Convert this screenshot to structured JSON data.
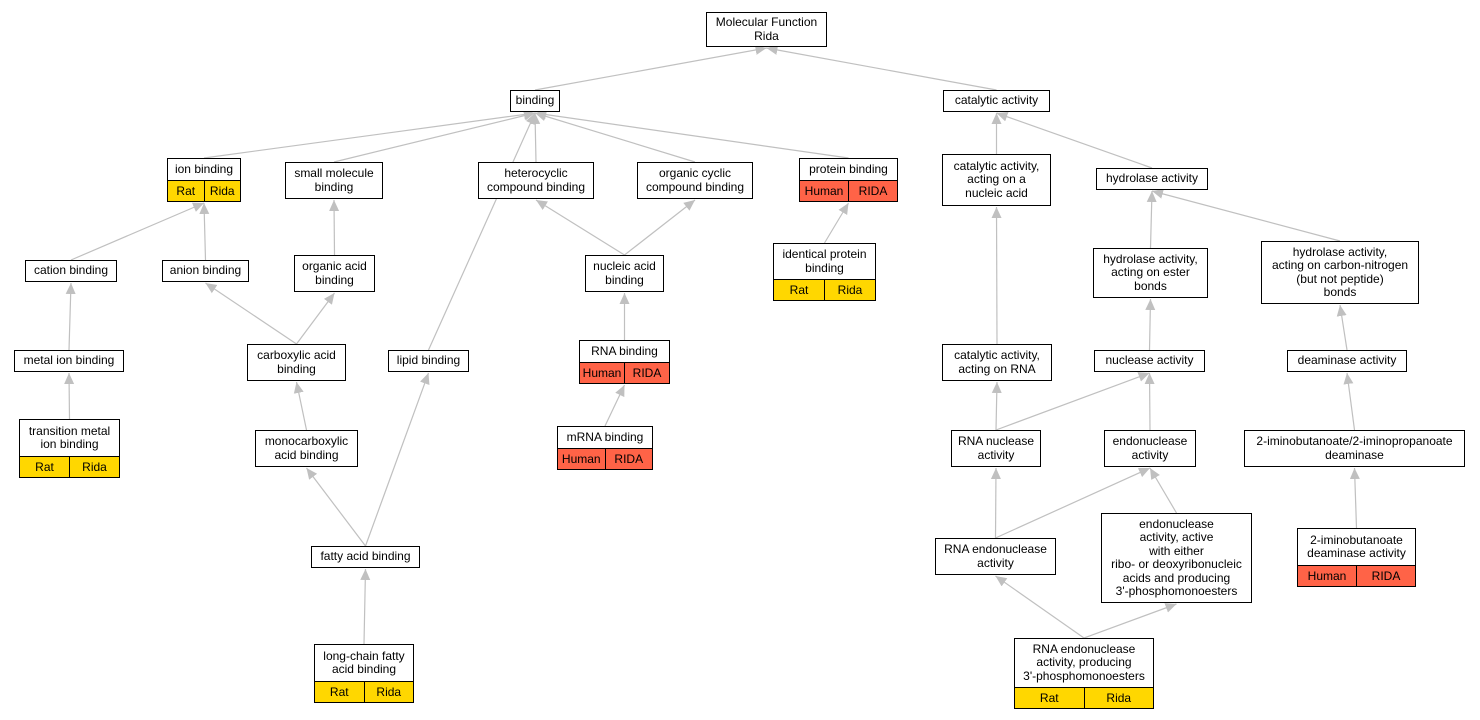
{
  "colors": {
    "rat": "#FFD700",
    "human": "#FF6347",
    "edge": "#C0C0C0"
  },
  "nodes": [
    {
      "id": "mf",
      "label": "Molecular Function\nRida"
    },
    {
      "id": "binding",
      "label": "binding"
    },
    {
      "id": "catalytic",
      "label": "catalytic activity"
    },
    {
      "id": "ion",
      "label": "ion binding",
      "tags": [
        {
          "text": "Rat",
          "kind": "rat"
        },
        {
          "text": "Rida",
          "kind": "rat"
        }
      ]
    },
    {
      "id": "smallmol",
      "label": "small molecule\nbinding"
    },
    {
      "id": "heterocyclic",
      "label": "heterocyclic\ncompound binding"
    },
    {
      "id": "orgcyclic",
      "label": "organic cyclic\ncompound binding"
    },
    {
      "id": "protein",
      "label": "protein binding",
      "tags": [
        {
          "text": "Human",
          "kind": "human"
        },
        {
          "text": "RIDA",
          "kind": "human"
        }
      ]
    },
    {
      "id": "catnuc",
      "label": "catalytic activity,\nacting on a\nnucleic acid"
    },
    {
      "id": "hydrolase",
      "label": "hydrolase activity"
    },
    {
      "id": "cation",
      "label": "cation binding"
    },
    {
      "id": "anion",
      "label": "anion binding"
    },
    {
      "id": "orgacid",
      "label": "organic acid\nbinding"
    },
    {
      "id": "nucacid",
      "label": "nucleic acid\nbinding"
    },
    {
      "id": "identical",
      "label": "identical protein\nbinding",
      "tags": [
        {
          "text": "Rat",
          "kind": "rat"
        },
        {
          "text": "Rida",
          "kind": "rat"
        }
      ]
    },
    {
      "id": "hydester",
      "label": "hydrolase activity,\nacting on ester\nbonds"
    },
    {
      "id": "hydcn",
      "label": "hydrolase activity,\nacting on carbon-nitrogen\n(but not peptide)\nbonds"
    },
    {
      "id": "metalion",
      "label": "metal ion binding"
    },
    {
      "id": "carboxylic",
      "label": "carboxylic acid\nbinding"
    },
    {
      "id": "lipid",
      "label": "lipid binding"
    },
    {
      "id": "rnab",
      "label": "RNA binding",
      "tags": [
        {
          "text": "Human",
          "kind": "human"
        },
        {
          "text": "RIDA",
          "kind": "human"
        }
      ]
    },
    {
      "id": "catrna",
      "label": "catalytic activity,\nacting on RNA"
    },
    {
      "id": "nuclease",
      "label": "nuclease activity"
    },
    {
      "id": "deaminase",
      "label": "deaminase activity"
    },
    {
      "id": "transmetal",
      "label": "transition metal\nion binding",
      "tags": [
        {
          "text": "Rat",
          "kind": "rat"
        },
        {
          "text": "Rida",
          "kind": "rat"
        }
      ]
    },
    {
      "id": "monocarb",
      "label": "monocarboxylic\nacid binding"
    },
    {
      "id": "mrna",
      "label": "mRNA binding",
      "tags": [
        {
          "text": "Human",
          "kind": "human"
        },
        {
          "text": "RIDA",
          "kind": "human"
        }
      ]
    },
    {
      "id": "rnanuc",
      "label": "RNA nuclease\nactivity"
    },
    {
      "id": "endonuc",
      "label": "endonuclease\nactivity"
    },
    {
      "id": "iminodeam",
      "label": "2-iminobutanoate/2-iminopropanoate\ndeaminase"
    },
    {
      "id": "fatty",
      "label": "fatty acid binding"
    },
    {
      "id": "rnaendo",
      "label": "RNA endonuclease\nactivity"
    },
    {
      "id": "endoactive",
      "label": "endonuclease\nactivity, active\nwith either\nribo- or deoxyribonucleic\nacids and producing\n3'-phosphomonoesters"
    },
    {
      "id": "iminobut",
      "label": "2-iminobutanoate\ndeaminase activity",
      "tags": [
        {
          "text": "Human",
          "kind": "human"
        },
        {
          "text": "RIDA",
          "kind": "human"
        }
      ]
    },
    {
      "id": "longchain",
      "label": "long-chain fatty\nacid binding",
      "tags": [
        {
          "text": "Rat",
          "kind": "rat"
        },
        {
          "text": "Rida",
          "kind": "rat"
        }
      ]
    },
    {
      "id": "rnaendo3",
      "label": "RNA endonuclease\nactivity, producing\n3'-phosphomonoesters",
      "tags": [
        {
          "text": "Rat",
          "kind": "rat"
        },
        {
          "text": "Rida",
          "kind": "rat"
        }
      ]
    }
  ],
  "edges": [
    {
      "from": "binding",
      "to": "mf"
    },
    {
      "from": "catalytic",
      "to": "mf"
    },
    {
      "from": "ion",
      "to": "binding"
    },
    {
      "from": "smallmol",
      "to": "binding"
    },
    {
      "from": "heterocyclic",
      "to": "binding"
    },
    {
      "from": "orgcyclic",
      "to": "binding"
    },
    {
      "from": "protein",
      "to": "binding"
    },
    {
      "from": "lipid",
      "to": "binding"
    },
    {
      "from": "catnuc",
      "to": "catalytic"
    },
    {
      "from": "hydrolase",
      "to": "catalytic"
    },
    {
      "from": "cation",
      "to": "ion"
    },
    {
      "from": "anion",
      "to": "ion"
    },
    {
      "from": "orgacid",
      "to": "smallmol"
    },
    {
      "from": "nucacid",
      "to": "heterocyclic"
    },
    {
      "from": "nucacid",
      "to": "orgcyclic"
    },
    {
      "from": "identical",
      "to": "protein"
    },
    {
      "from": "hydester",
      "to": "hydrolase"
    },
    {
      "from": "hydcn",
      "to": "hydrolase"
    },
    {
      "from": "metalion",
      "to": "cation"
    },
    {
      "from": "carboxylic",
      "to": "anion"
    },
    {
      "from": "carboxylic",
      "to": "orgacid"
    },
    {
      "from": "rnab",
      "to": "nucacid"
    },
    {
      "from": "catrna",
      "to": "catnuc"
    },
    {
      "from": "nuclease",
      "to": "hydester"
    },
    {
      "from": "deaminase",
      "to": "hydcn"
    },
    {
      "from": "transmetal",
      "to": "metalion"
    },
    {
      "from": "monocarb",
      "to": "carboxylic"
    },
    {
      "from": "mrna",
      "to": "rnab"
    },
    {
      "from": "rnanuc",
      "to": "catrna"
    },
    {
      "from": "rnanuc",
      "to": "nuclease"
    },
    {
      "from": "endonuc",
      "to": "nuclease"
    },
    {
      "from": "iminodeam",
      "to": "deaminase"
    },
    {
      "from": "fatty",
      "to": "monocarb"
    },
    {
      "from": "fatty",
      "to": "lipid"
    },
    {
      "from": "rnaendo",
      "to": "rnanuc"
    },
    {
      "from": "rnaendo",
      "to": "endonuc"
    },
    {
      "from": "endoactive",
      "to": "endonuc"
    },
    {
      "from": "iminobut",
      "to": "iminodeam"
    },
    {
      "from": "longchain",
      "to": "fatty"
    },
    {
      "from": "rnaendo3",
      "to": "rnaendo"
    },
    {
      "from": "rnaendo3",
      "to": "endoactive"
    }
  ]
}
